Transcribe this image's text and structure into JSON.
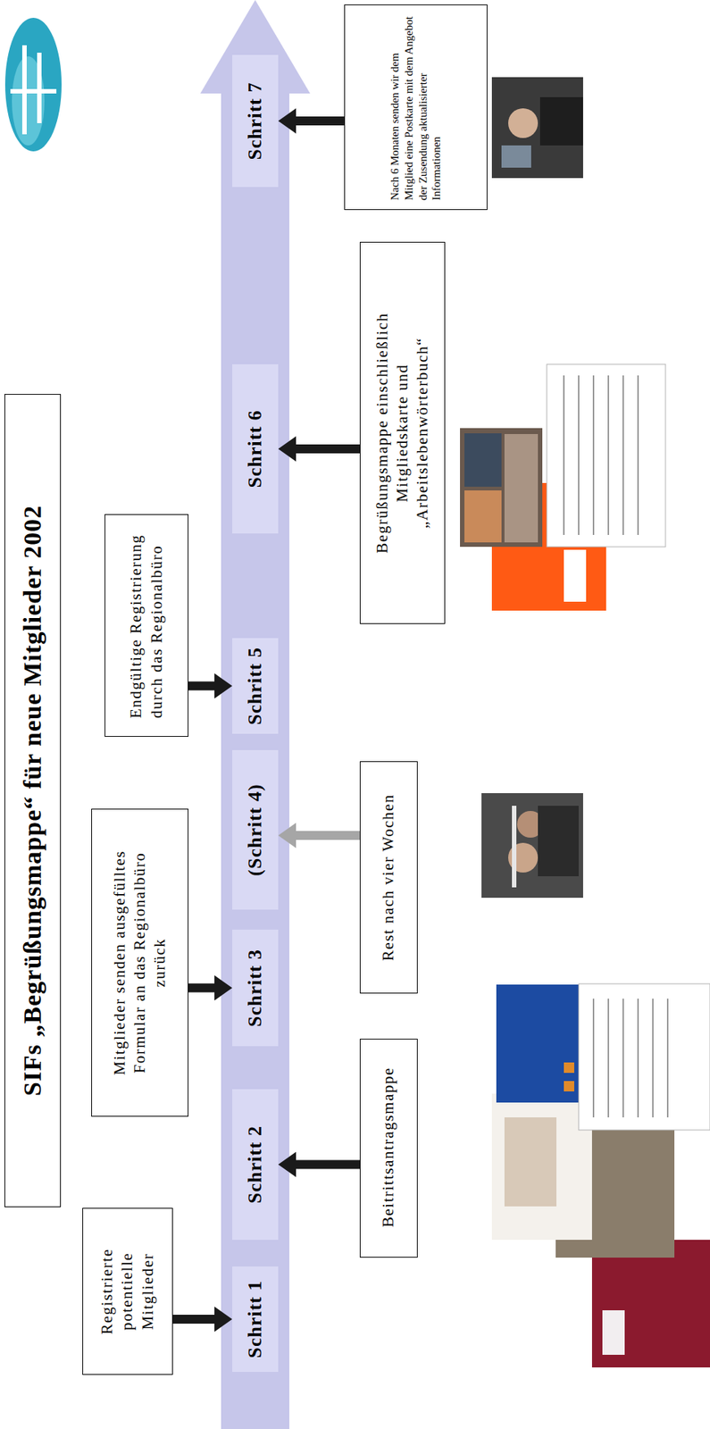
{
  "diagram": {
    "title": "SIFs „Begrüßungsmappe“ für neue Mitglieder 2002",
    "nodes": [
      {
        "text": [
          "Registrierte potentielle Mitglieder"
        ]
      },
      {
        "text": [
          "Mitglieder senden ausgefülltes Formular an das Regionalbüro zurück"
        ]
      },
      {
        "text": [
          "Endgültige Registrierung durch das Regionalbüro"
        ]
      },
      {
        "text": [
          "Schritt 1"
        ]
      },
      {
        "text": [
          "Schritt 2"
        ]
      },
      {
        "text": [
          "Schritt 3"
        ]
      },
      {
        "text": [
          "(Schritt 4)"
        ]
      },
      {
        "text": [
          "Schritt 5"
        ]
      },
      {
        "text": [
          "Schritt 6"
        ]
      },
      {
        "text": [
          "Schritt 7"
        ]
      },
      {
        "text": [
          "Beitrittsantragsmappe"
        ]
      },
      {
        "text": [
          "Rest nach vier Wochen"
        ]
      },
      {
        "text": [
          "Begrüßungsmappe einschließlich Mitgliedskarte und „Arbeitslebenwörterbuch“"
        ]
      },
      {
        "text": [
          "Nach 6 Monaten senden wir dem Mitglied eine Postkarte mit dem Angebot der Zusendung aktualisierter Informationen"
        ]
      }
    ],
    "edges": [
      {
        "from": 0,
        "to": 3,
        "arrow": "to"
      },
      {
        "from": 1,
        "to": 5,
        "arrow": "to"
      },
      {
        "from": 2,
        "to": 7,
        "arrow": "to"
      },
      {
        "from": 10,
        "to": 4,
        "arrow": "to"
      },
      {
        "from": 11,
        "to": 6,
        "arrow": "to"
      },
      {
        "from": 12,
        "to": 8,
        "arrow": "to"
      },
      {
        "from": 13,
        "to": 9,
        "arrow": "to"
      }
    ]
  }
}
